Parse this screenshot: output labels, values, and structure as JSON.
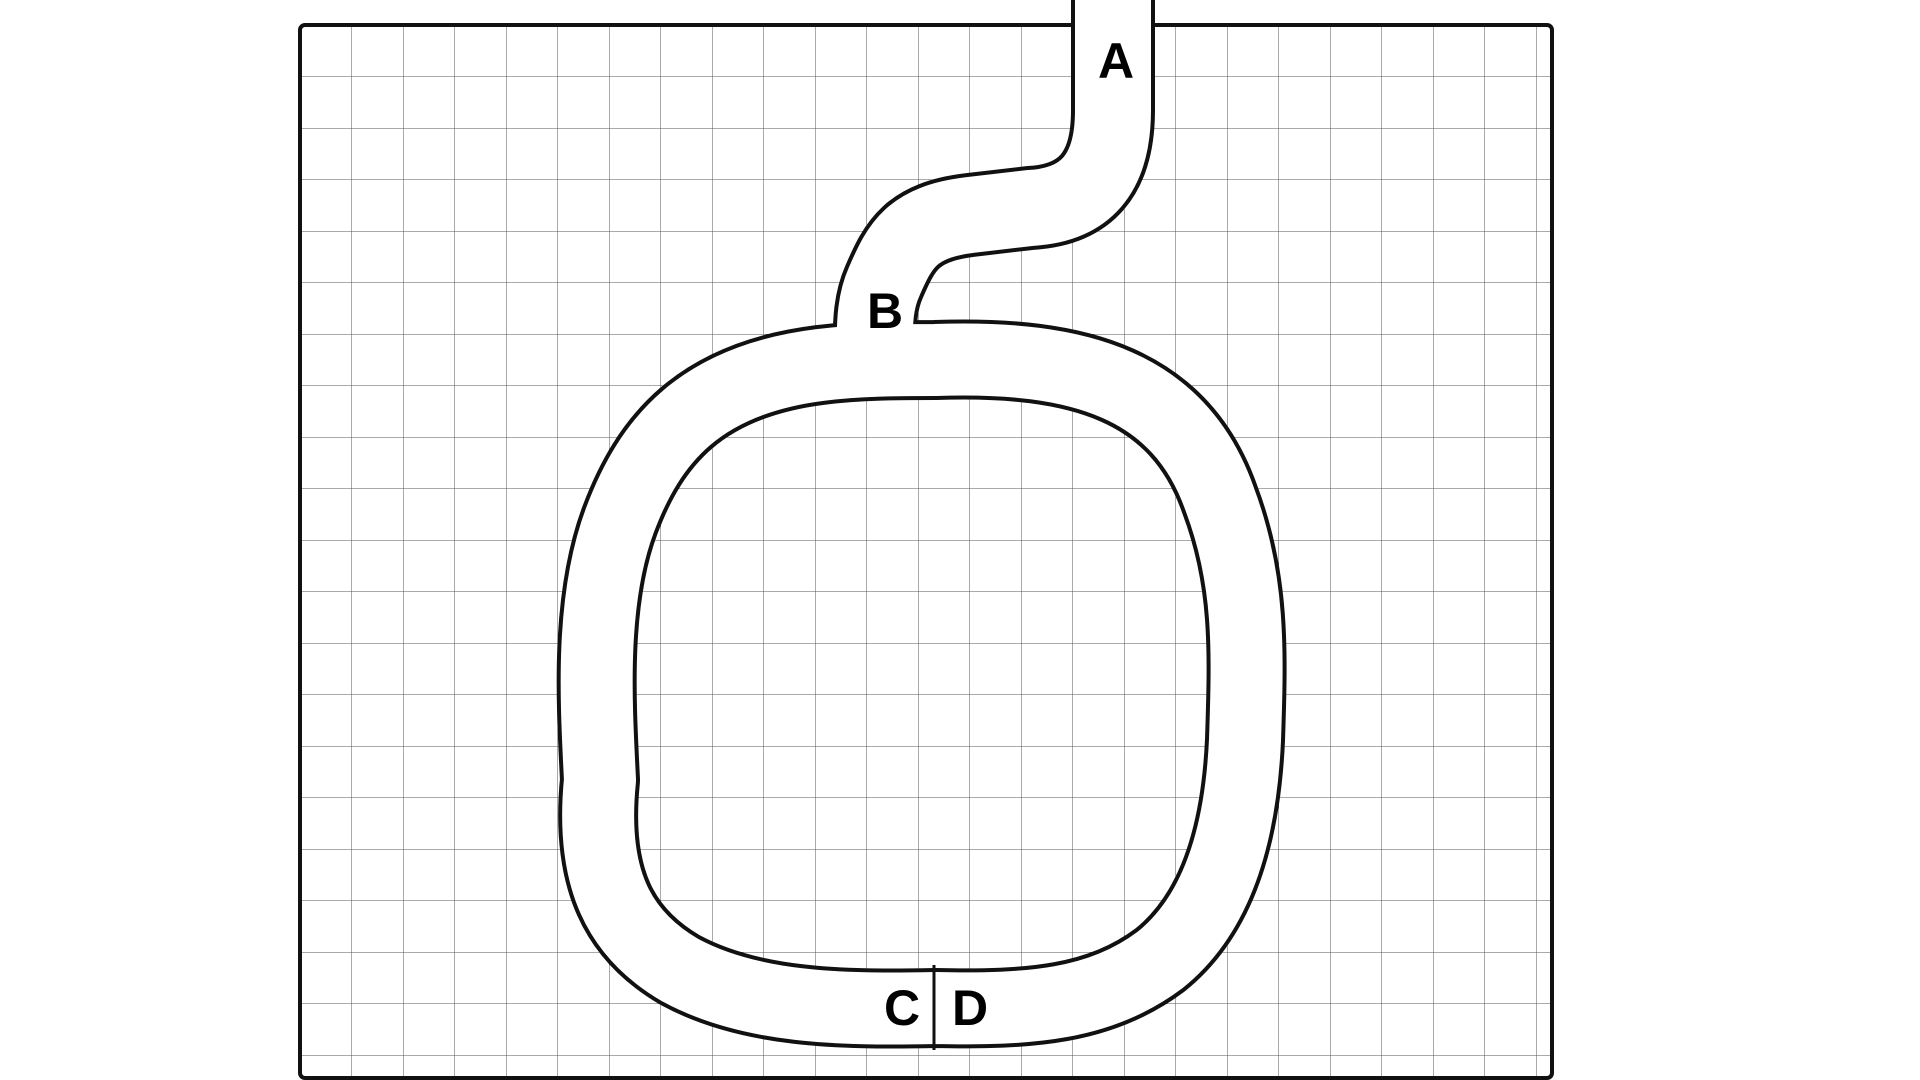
{
  "diagram": {
    "labels": {
      "a": "A",
      "b": "B",
      "c": "C",
      "d": "D"
    },
    "colors": {
      "grid": "#555555",
      "outline": "#111111",
      "path_fill": "#ffffff",
      "background": "#ffffff"
    }
  }
}
